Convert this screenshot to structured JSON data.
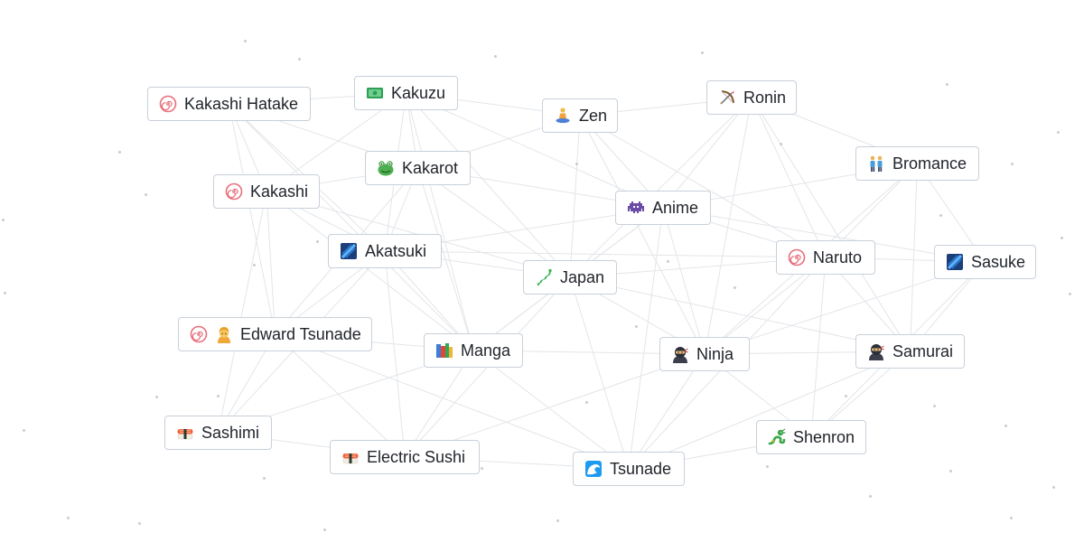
{
  "board": {
    "tiles": [
      {
        "id": "kakashi-hatake",
        "label": "Kakashi Hatake",
        "icons": [
          "swirl-icon"
        ]
      },
      {
        "id": "kakuzu",
        "label": "Kakuzu",
        "icons": [
          "money-icon"
        ]
      },
      {
        "id": "zen",
        "label": "Zen",
        "icons": [
          "meditating-person-icon"
        ]
      },
      {
        "id": "ronin",
        "label": "Ronin",
        "icons": [
          "bow-and-arrow-icon"
        ]
      },
      {
        "id": "bromance",
        "label": "Bromance",
        "icons": [
          "two-men-icon"
        ]
      },
      {
        "id": "kakarot",
        "label": "Kakarot",
        "icons": [
          "frog-icon"
        ]
      },
      {
        "id": "kakashi",
        "label": "Kakashi",
        "icons": [
          "swirl-icon"
        ]
      },
      {
        "id": "anime",
        "label": "Anime",
        "icons": [
          "space-invader-icon"
        ]
      },
      {
        "id": "akatsuki",
        "label": "Akatsuki",
        "icons": [
          "blue-slash-icon"
        ]
      },
      {
        "id": "japan",
        "label": "Japan",
        "icons": [
          "japan-map-icon"
        ]
      },
      {
        "id": "naruto",
        "label": "Naruto",
        "icons": [
          "swirl-icon"
        ]
      },
      {
        "id": "sasuke",
        "label": "Sasuke",
        "icons": [
          "blue-slash-icon"
        ]
      },
      {
        "id": "edward-tsunade",
        "label": "Edward Tsunade",
        "icons": [
          "swirl-icon",
          "person-blonde-icon"
        ]
      },
      {
        "id": "manga",
        "label": "Manga",
        "icons": [
          "books-icon"
        ]
      },
      {
        "id": "ninja",
        "label": "Ninja",
        "icons": [
          "ninja-icon"
        ]
      },
      {
        "id": "samurai",
        "label": "Samurai",
        "icons": [
          "ninja-icon"
        ]
      },
      {
        "id": "sashimi",
        "label": "Sashimi",
        "icons": [
          "sushi-icon"
        ]
      },
      {
        "id": "electric-sushi",
        "label": "Electric Sushi",
        "icons": [
          "sushi-icon"
        ]
      },
      {
        "id": "tsunade",
        "label": "Tsunade",
        "icons": [
          "wave-icon"
        ]
      },
      {
        "id": "shenron",
        "label": "Shenron",
        "icons": [
          "dragon-icon"
        ]
      }
    ]
  },
  "colors": {
    "background": "#ffffff",
    "tile_border": "#c8d0da",
    "edge": "#e3e5e9",
    "star": "#c9ccd2",
    "text": "#1f2329"
  }
}
